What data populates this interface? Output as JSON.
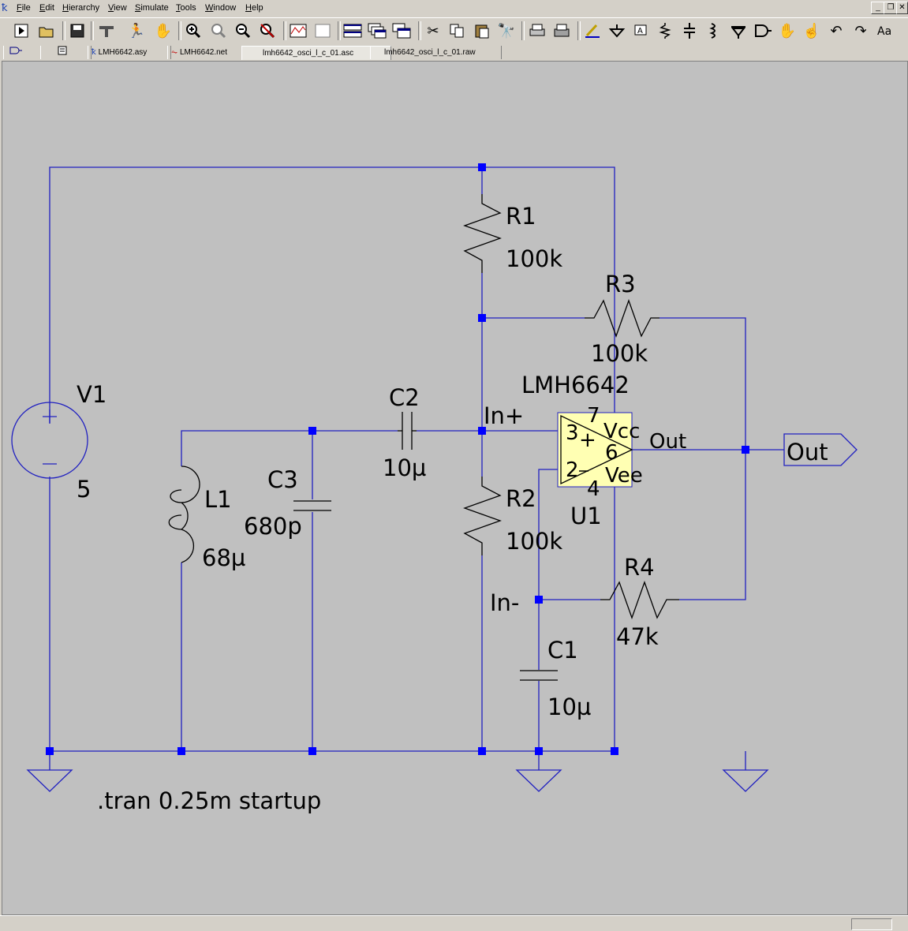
{
  "menu": [
    "File",
    "Edit",
    "Hierarchy",
    "View",
    "Simulate",
    "Tools",
    "Window",
    "Help"
  ],
  "toolbar_icons": [
    "run-icon",
    "open-icon",
    "save-icon",
    "control-panel-icon",
    "run-halt-icon",
    "hand-icon",
    "zoom-in-icon",
    "pan-icon",
    "zoom-out-icon",
    "zoom-fit-icon",
    "waveform-icon",
    "autorange-icon",
    "tile-vertical-icon",
    "cascade-icon",
    "tile-horizontal-icon",
    "cut-icon",
    "copy-icon",
    "paste-icon",
    "find-icon",
    "print-setup-icon",
    "print-icon",
    "draw-wire-icon",
    "ground-icon",
    "label-net-icon",
    "resistor-icon",
    "capacitor-icon",
    "inductor-icon",
    "diode-icon",
    "component-icon",
    "move-icon",
    "drag-icon",
    "undo-icon",
    "redo-icon",
    "text-icon"
  ],
  "tabs": [
    {
      "label": "",
      "icon": "net-icon"
    },
    {
      "label": "",
      "icon": "document-icon"
    },
    {
      "label": "LMH6642.asy",
      "icon": "symbol-icon"
    },
    {
      "label": "LMH6642.net",
      "icon": "netlist-icon"
    },
    {
      "label": "lmh6642_osci_l_c_01.asc",
      "icon": ""
    },
    {
      "label": "lmh6642_osci_l_c_01.raw",
      "icon": ""
    }
  ],
  "colors": {
    "wire": "#2020c0",
    "junction": "#0000ff",
    "opamp_fill": "#ffffb3",
    "canvas": "#c0c0c0"
  },
  "schematic": {
    "V1": {
      "name": "V1",
      "value": "5"
    },
    "R1": {
      "name": "R1",
      "value": "100k"
    },
    "R2": {
      "name": "R2",
      "value": "100k"
    },
    "R3": {
      "name": "R3",
      "value": "100k"
    },
    "R4": {
      "name": "R4",
      "value": "47k"
    },
    "C1": {
      "name": "C1",
      "value": "10µ"
    },
    "C2": {
      "name": "C2",
      "value": "10µ"
    },
    "C3": {
      "name": "C3",
      "value": "680p"
    },
    "L1": {
      "name": "L1",
      "value": "68µ"
    },
    "U1": {
      "part": "LMH6642",
      "ref": "U1",
      "pin_plus": "3",
      "pin_minus": "2",
      "pin_vcc": "7",
      "pin_vee": "4",
      "pin_out": "6",
      "plus_sign": "+",
      "vcc": "Vcc",
      "vee": "Vee",
      "out": "Out"
    },
    "net_in_plus": "In+",
    "net_in_minus": "In-",
    "out_label": "Out",
    "directive": ".tran 0.25m startup"
  }
}
